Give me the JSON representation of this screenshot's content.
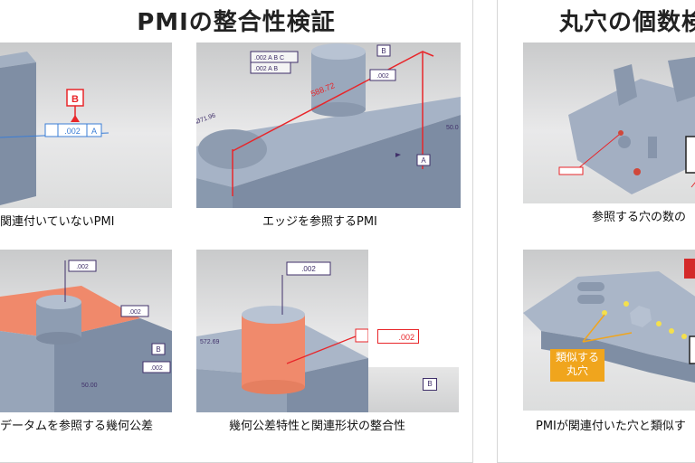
{
  "left_panel": {
    "title": "PMIの整合性検証",
    "cells": [
      {
        "caption": "関連付いていないPMI",
        "labels": {
          "datum": "B",
          "tol": ".002",
          "ref": "A"
        }
      },
      {
        "caption": "エッジを参照するPMI",
        "labels": {
          "dim": "588.72",
          "fcf1": ".002 A B C",
          "fcf2": ".002 A B",
          "side": "50.0",
          "datum_b": "B",
          "datum_a": "A",
          "tol": ".002",
          "hole": "Ø71.96"
        }
      },
      {
        "caption": "データムを参照する幾何公差",
        "labels": {
          "tol1": ".002",
          "tol2": ".002",
          "tol3": ".002",
          "datum_b": "B",
          "dim": "50.00"
        }
      },
      {
        "caption": "幾何公差特性と関連形状の整合性",
        "labels": {
          "tol_top": ".002",
          "tol_red": ".002",
          "datum_b": "B",
          "dim": "572.69"
        }
      }
    ]
  },
  "right_panel": {
    "title": "丸穴の個数検証",
    "cells": [
      {
        "caption": "参照する穴の数の"
      },
      {
        "caption": "PMIが関連付いた穴と類似す",
        "callout": "類似する\n丸穴"
      }
    ]
  },
  "colors": {
    "accent_red": "#e8262a",
    "highlight": "#f0896b",
    "callout": "#f0a51d",
    "body": "#8c9aae"
  }
}
